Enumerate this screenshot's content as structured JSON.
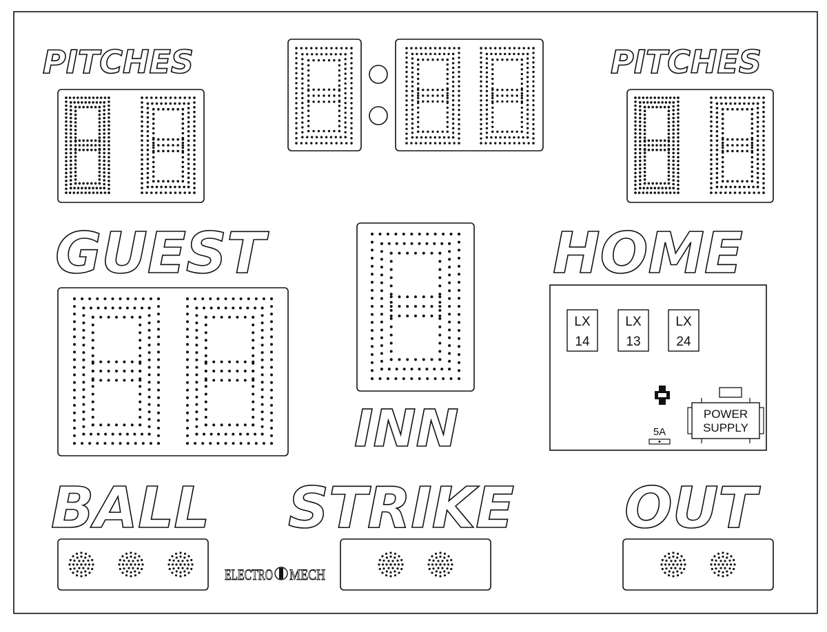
{
  "labels": {
    "pitches_left": "PITCHES",
    "pitches_right": "PITCHES",
    "guest": "GUEST",
    "home": "HOME",
    "inning": "INN",
    "ball": "BALL",
    "strike": "STRIKE",
    "out": "OUT"
  },
  "brand": {
    "left": "ELECTRO",
    "right": "MECH"
  },
  "electronics": {
    "modules": [
      {
        "line1": "LX",
        "line2": "14"
      },
      {
        "line1": "LX",
        "line2": "13"
      },
      {
        "line1": "LX",
        "line2": "24"
      }
    ],
    "fuse_label": "5A",
    "power_supply_line1": "POWER",
    "power_supply_line2": "SUPPLY"
  },
  "indicators": {
    "ball_count": 3,
    "strike_count": 2,
    "out_count": 2
  },
  "colors": {
    "line": "#111111",
    "background": "#ffffff"
  }
}
